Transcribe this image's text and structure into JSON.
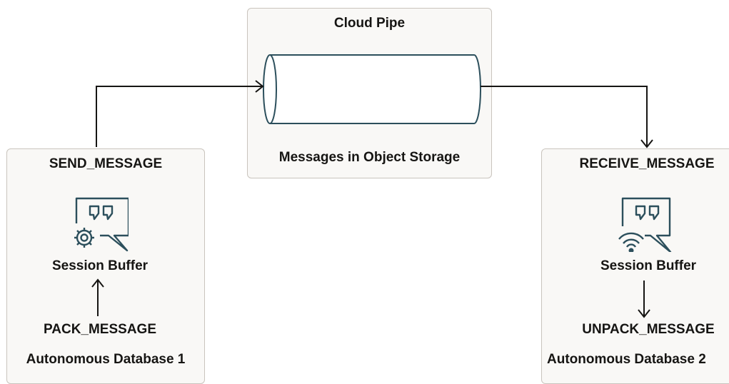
{
  "cloud_pipe": {
    "title": "Cloud Pipe",
    "caption": "Messages in Object Storage"
  },
  "db1": {
    "header": "SEND_MESSAGE",
    "buffer_label": "Session Buffer",
    "pack_label": "PACK_MESSAGE",
    "footer": "Autonomous Database 1",
    "icon": "message-settings-icon"
  },
  "db2": {
    "header": "RECEIVE_MESSAGE",
    "buffer_label": "Session Buffer",
    "unpack_label": "UNPACK_MESSAGE",
    "footer": "Autonomous Database 2",
    "icon": "message-wireless-icon"
  },
  "colors": {
    "box_fill": "#f9f8f6",
    "box_border": "#c9c4bd",
    "icon_stroke": "#2c4f5c",
    "text": "#161513"
  }
}
